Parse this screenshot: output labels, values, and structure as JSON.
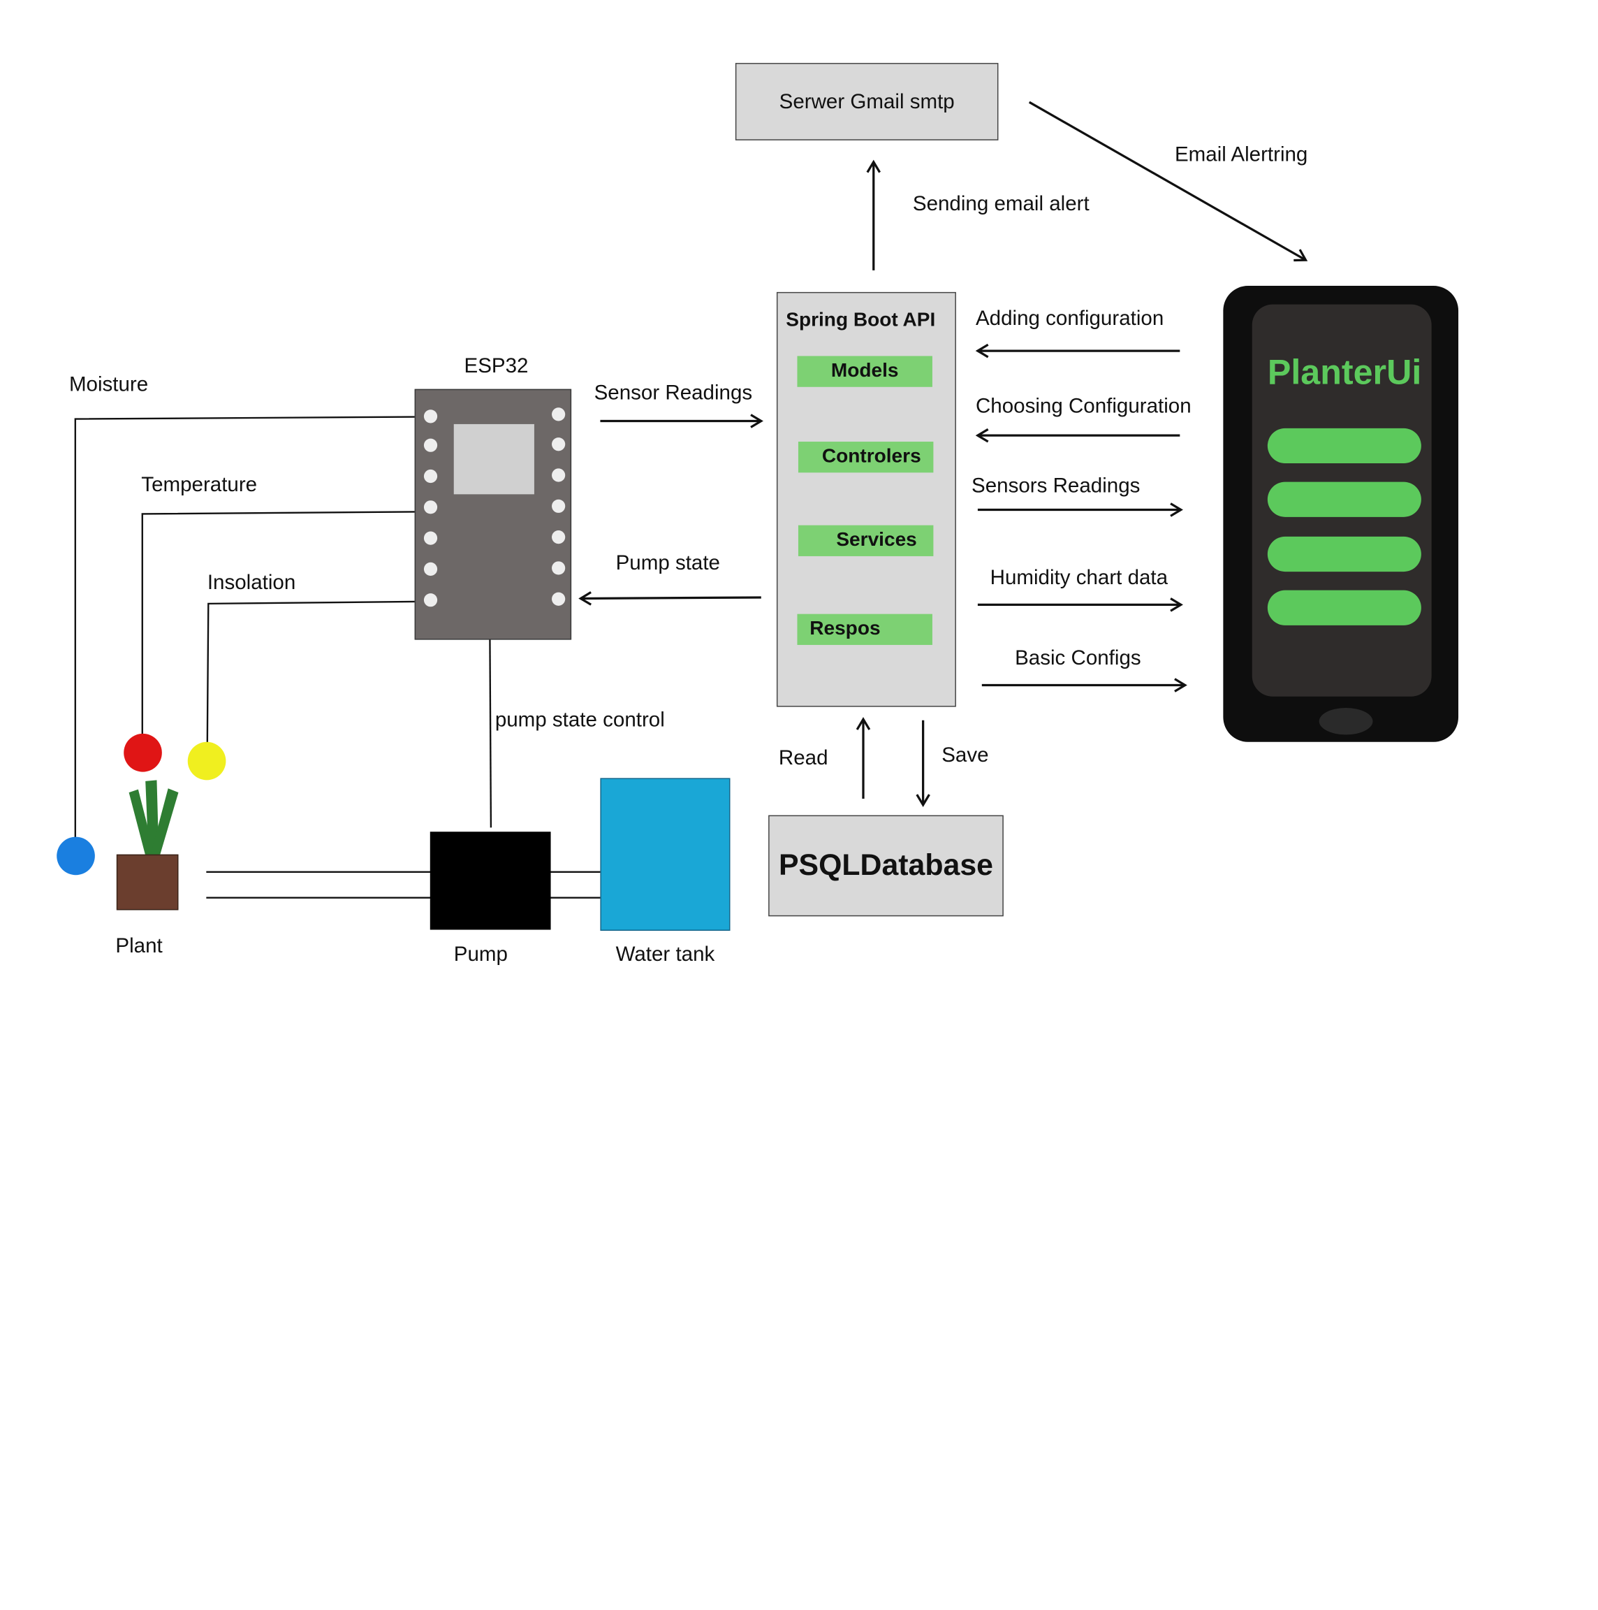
{
  "colors": {
    "box_fill": "#d9d9d9",
    "layer_green": "#7dd173",
    "esp32_body": "#6d6867",
    "phone_body": "#0e0e0e",
    "phone_screen": "#2f2c2b",
    "phone_accent": "#5cc95c",
    "moisture_sensor": "#1a7fe0",
    "temperature_sensor": "#e01515",
    "insolation_sensor": "#f0ef1f",
    "plant_leaves": "#2e7d32",
    "pot": "#6b3e2e",
    "pump": "#000000",
    "water_tank": "#1aa7d6"
  },
  "nodes": {
    "smtp": "Serwer Gmail smtp",
    "api": {
      "title": "Spring Boot API",
      "layers": [
        "Models",
        "Controlers",
        "Services",
        "Respos"
      ]
    },
    "esp32": "ESP32",
    "database": "PSQLDatabase",
    "phone": {
      "app_name": "PlanterUi",
      "buttons": 4
    },
    "plant": "Plant",
    "pump": "Pump",
    "water_tank": "Water tank"
  },
  "sensors": {
    "moisture": "Moisture",
    "temperature": "Temperature",
    "insolation": "Insolation"
  },
  "flows": {
    "sending_email_alert": "Sending email alert",
    "email_alerting": "Email Alertring",
    "sensor_readings": "Sensor Readings",
    "pump_state": "Pump state",
    "pump_state_control": "pump state control",
    "read": "Read",
    "save": "Save",
    "adding_configuration": "Adding configuration",
    "choosing_configuration": "Choosing Configuration",
    "sensors_readings": "Sensors Readings",
    "humidity_chart_data": "Humidity chart data",
    "basic_configs": "Basic Configs"
  }
}
